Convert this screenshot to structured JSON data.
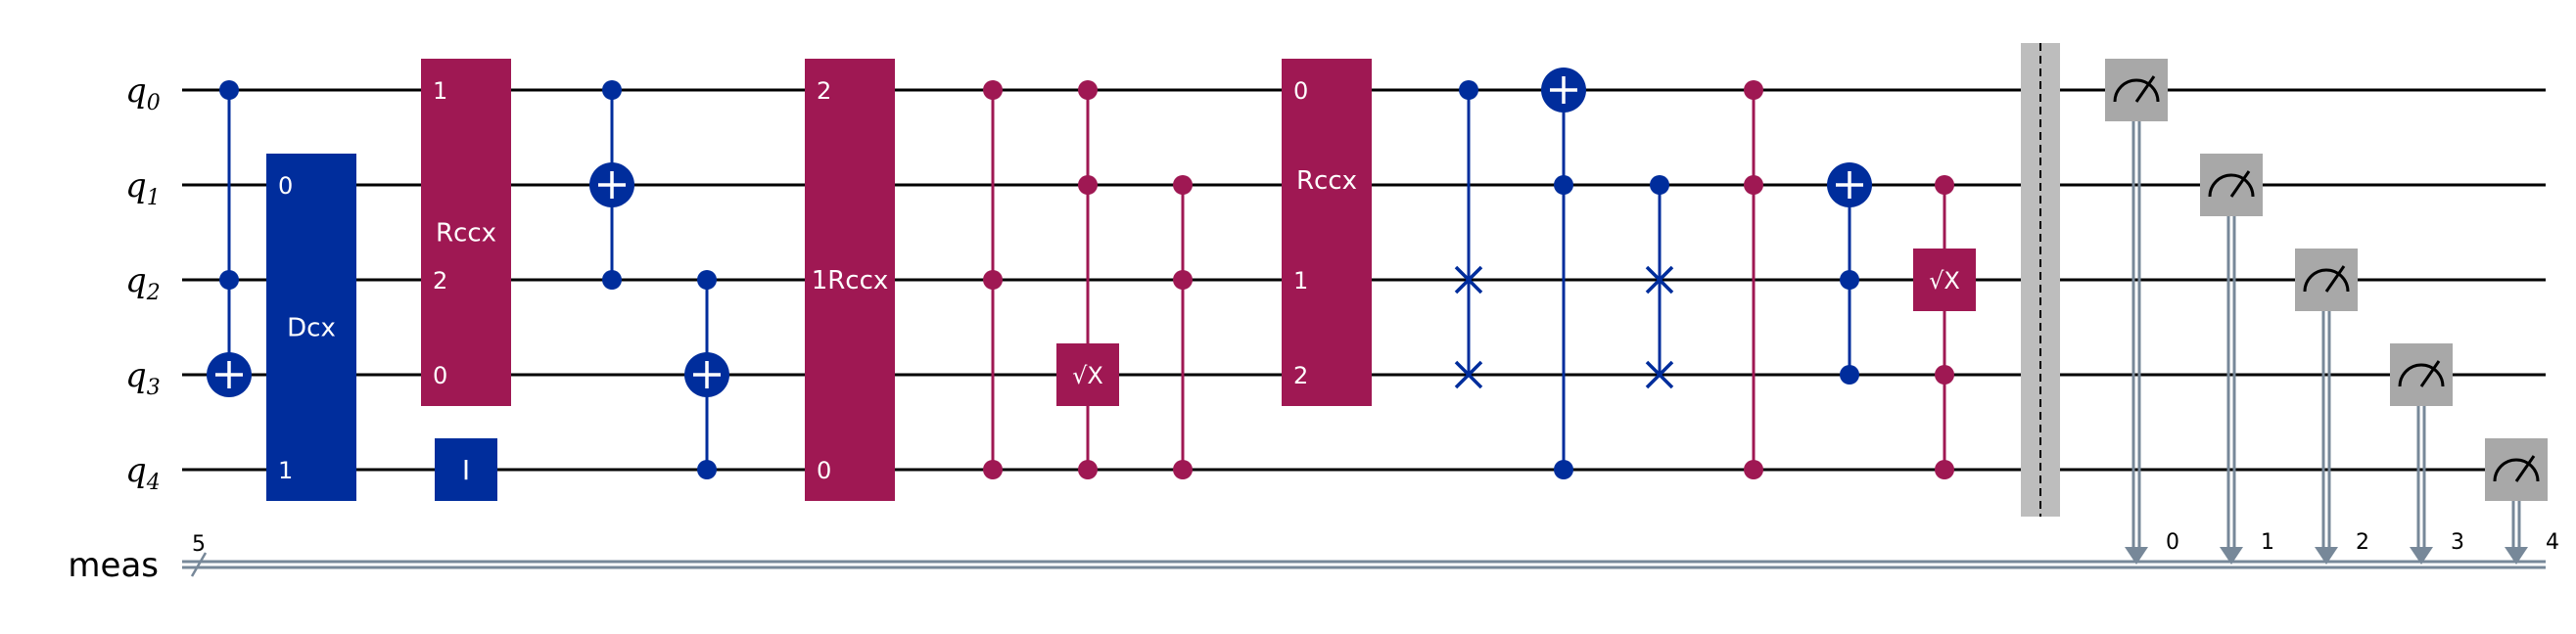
{
  "colors": {
    "blue": "#002D9C",
    "magenta": "#9F1853",
    "gray": "#A8A8A8",
    "barrier": "#BDBDBD",
    "classical": "#778899"
  },
  "qubits": [
    {
      "base": "q",
      "index": "0"
    },
    {
      "base": "q",
      "index": "1"
    },
    {
      "base": "q",
      "index": "2"
    },
    {
      "base": "q",
      "index": "3"
    },
    {
      "base": "q",
      "index": "4"
    }
  ],
  "creg": {
    "name": "meas",
    "size": "5"
  },
  "ops": [
    {
      "type": "ctrl",
      "col": 0,
      "color": "blue",
      "controls": [
        0,
        2
      ],
      "target": 3
    },
    {
      "type": "box",
      "col": 1,
      "color": "blue",
      "q1": 1,
      "q2": 4,
      "label": "Dcx",
      "indices": [
        {
          "q": 1,
          "t": "0"
        },
        {
          "q": 4,
          "t": "1"
        }
      ]
    },
    {
      "type": "box",
      "col": 2,
      "color": "magenta",
      "q1": 0,
      "q2": 3,
      "label": "Rccx",
      "labelQ": 1.5,
      "indices": [
        {
          "q": 0,
          "t": "1"
        },
        {
          "q": 2,
          "t": "2"
        },
        {
          "q": 3,
          "t": "0"
        }
      ]
    },
    {
      "type": "single",
      "col": 2,
      "color": "blue",
      "q": 4,
      "label": "I"
    },
    {
      "type": "ctrl",
      "col": 3,
      "color": "blue",
      "controls": [
        0,
        2
      ],
      "target": 1
    },
    {
      "type": "ctrl",
      "col": 4,
      "color": "blue",
      "controls": [
        2,
        4
      ],
      "target": 3
    },
    {
      "type": "box",
      "col": 5,
      "color": "magenta",
      "q1": 0,
      "q2": 4,
      "label": "1Rccx",
      "labelQ": 2,
      "indices": [
        {
          "q": 0,
          "t": "2"
        },
        {
          "q": 4,
          "t": "0"
        }
      ]
    },
    {
      "type": "cz",
      "col": 6,
      "color": "magenta",
      "qubits": [
        0,
        2,
        4
      ]
    },
    {
      "type": "csx",
      "col": 7,
      "color": "magenta",
      "controls": [
        0,
        1,
        4
      ],
      "target": 3,
      "label": "√X"
    },
    {
      "type": "cz",
      "col": 8,
      "color": "magenta",
      "qubits": [
        1,
        2,
        4
      ]
    },
    {
      "type": "box",
      "col": 9,
      "color": "magenta",
      "q1": 0,
      "q2": 3,
      "label": "Rccx",
      "labelQ": 0.95,
      "indices": [
        {
          "q": 0,
          "t": "0"
        },
        {
          "q": 2,
          "t": "1"
        },
        {
          "q": 3,
          "t": "2"
        }
      ]
    },
    {
      "type": "swap",
      "col": 10,
      "color": "blue",
      "top": 0,
      "controlTop": true,
      "qubits": [
        2,
        3
      ]
    },
    {
      "type": "ctrl",
      "col": 11,
      "color": "blue",
      "controls": [
        1,
        4
      ],
      "target": 0
    },
    {
      "type": "swap",
      "col": 12,
      "color": "blue",
      "top": 1,
      "controlTop": true,
      "qubits": [
        2,
        3
      ]
    },
    {
      "type": "cz",
      "col": 13,
      "color": "magenta",
      "qubits": [
        0,
        1,
        4
      ]
    },
    {
      "type": "ctrl",
      "col": 14,
      "color": "blue",
      "controls": [
        2,
        3
      ],
      "target": 1
    },
    {
      "type": "csx",
      "col": 15,
      "color": "magenta",
      "controls": [
        1,
        3,
        4
      ],
      "target": 2,
      "label": "√X"
    },
    {
      "type": "barrier",
      "col": 16
    },
    {
      "type": "measure",
      "col": 17,
      "q": 0,
      "bit": "0"
    },
    {
      "type": "measure",
      "col": 18,
      "q": 1,
      "bit": "1"
    },
    {
      "type": "measure",
      "col": 19,
      "q": 2,
      "bit": "2"
    },
    {
      "type": "measure",
      "col": 20,
      "q": 3,
      "bit": "3"
    },
    {
      "type": "measure",
      "col": 21,
      "q": 4,
      "bit": "4"
    }
  ]
}
